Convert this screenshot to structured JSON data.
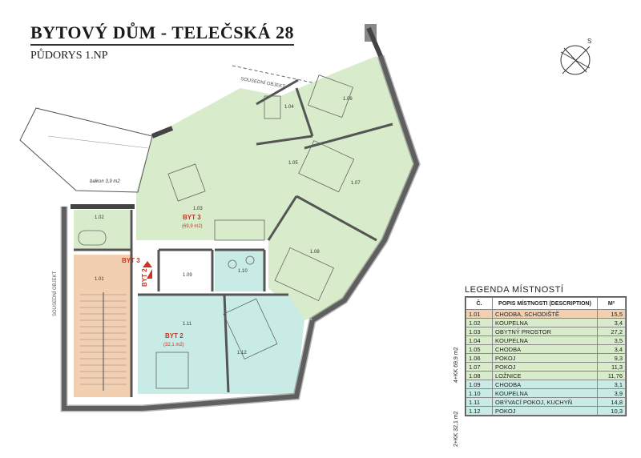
{
  "title": "BYTOVÝ DŮM - TELEČSKÁ 28",
  "subtitle": "PŮDORYS 1.NP",
  "labels": {
    "neighbor_top": "SOUSEDNÍ OBJEKT",
    "neighbor_left": "SOUSEDNÍ OBJEKT",
    "balcony": "balkon 3,9 m2",
    "compass": "S"
  },
  "flats": {
    "byt3": {
      "name": "BYT 3",
      "area": "(69,9 m2)"
    },
    "byt2": {
      "name": "BYT 2",
      "area": "(32,1 m2)"
    },
    "byt3_entry": "BYT 3",
    "byt2_entry": "BYT 2"
  },
  "rooms": {
    "r101": "1.01",
    "r102": "1.02",
    "r103": "1.03",
    "r104": "1.04",
    "r105": "1.05",
    "r106": "1.06",
    "r107": "1.07",
    "r108": "1.08",
    "r109": "1.09",
    "r110": "1.10",
    "r111": "1.11",
    "r112": "1.12"
  },
  "legend": {
    "title": "LEGENDA MÍSTNOSTÍ",
    "header": {
      "num": "Č.",
      "name": "POPIS MÍSTNOSTI (DESCRIPTION)",
      "area": "M²"
    },
    "group_byt3": "4+KK 69,9 m2",
    "group_byt2": "2+KK 32,1 m2",
    "rows": [
      {
        "num": "1.01",
        "name": "CHODBA, SCHODIŠTĚ",
        "area": "15,5"
      },
      {
        "num": "1.02",
        "name": "KOUPELNA",
        "area": "3,4"
      },
      {
        "num": "1.03",
        "name": "OBYTNÝ PROSTOR",
        "area": "27,2"
      },
      {
        "num": "1.04",
        "name": "KOUPELNA",
        "area": "3,5"
      },
      {
        "num": "1.05",
        "name": "CHODBA",
        "area": "3,4"
      },
      {
        "num": "1.06",
        "name": "POKOJ",
        "area": "9,3"
      },
      {
        "num": "1.07",
        "name": "POKOJ",
        "area": "11,3"
      },
      {
        "num": "1.08",
        "name": "LOŽNICE",
        "area": "11,76"
      },
      {
        "num": "1.09",
        "name": "CHODBA",
        "area": "3,1"
      },
      {
        "num": "1.10",
        "name": "KOUPELNA",
        "area": "3,9"
      },
      {
        "num": "1.11",
        "name": "OBÝVACÍ POKOJ, KUCHYŇ",
        "area": "14,8"
      },
      {
        "num": "1.12",
        "name": "POKOJ",
        "area": "10,3"
      }
    ]
  },
  "colors": {
    "stair": "#f2cfb0",
    "byt3": "#d8eccb",
    "byt2": "#c8ebe5",
    "wall": "#9a9a9a",
    "wall_edge": "#444444"
  }
}
